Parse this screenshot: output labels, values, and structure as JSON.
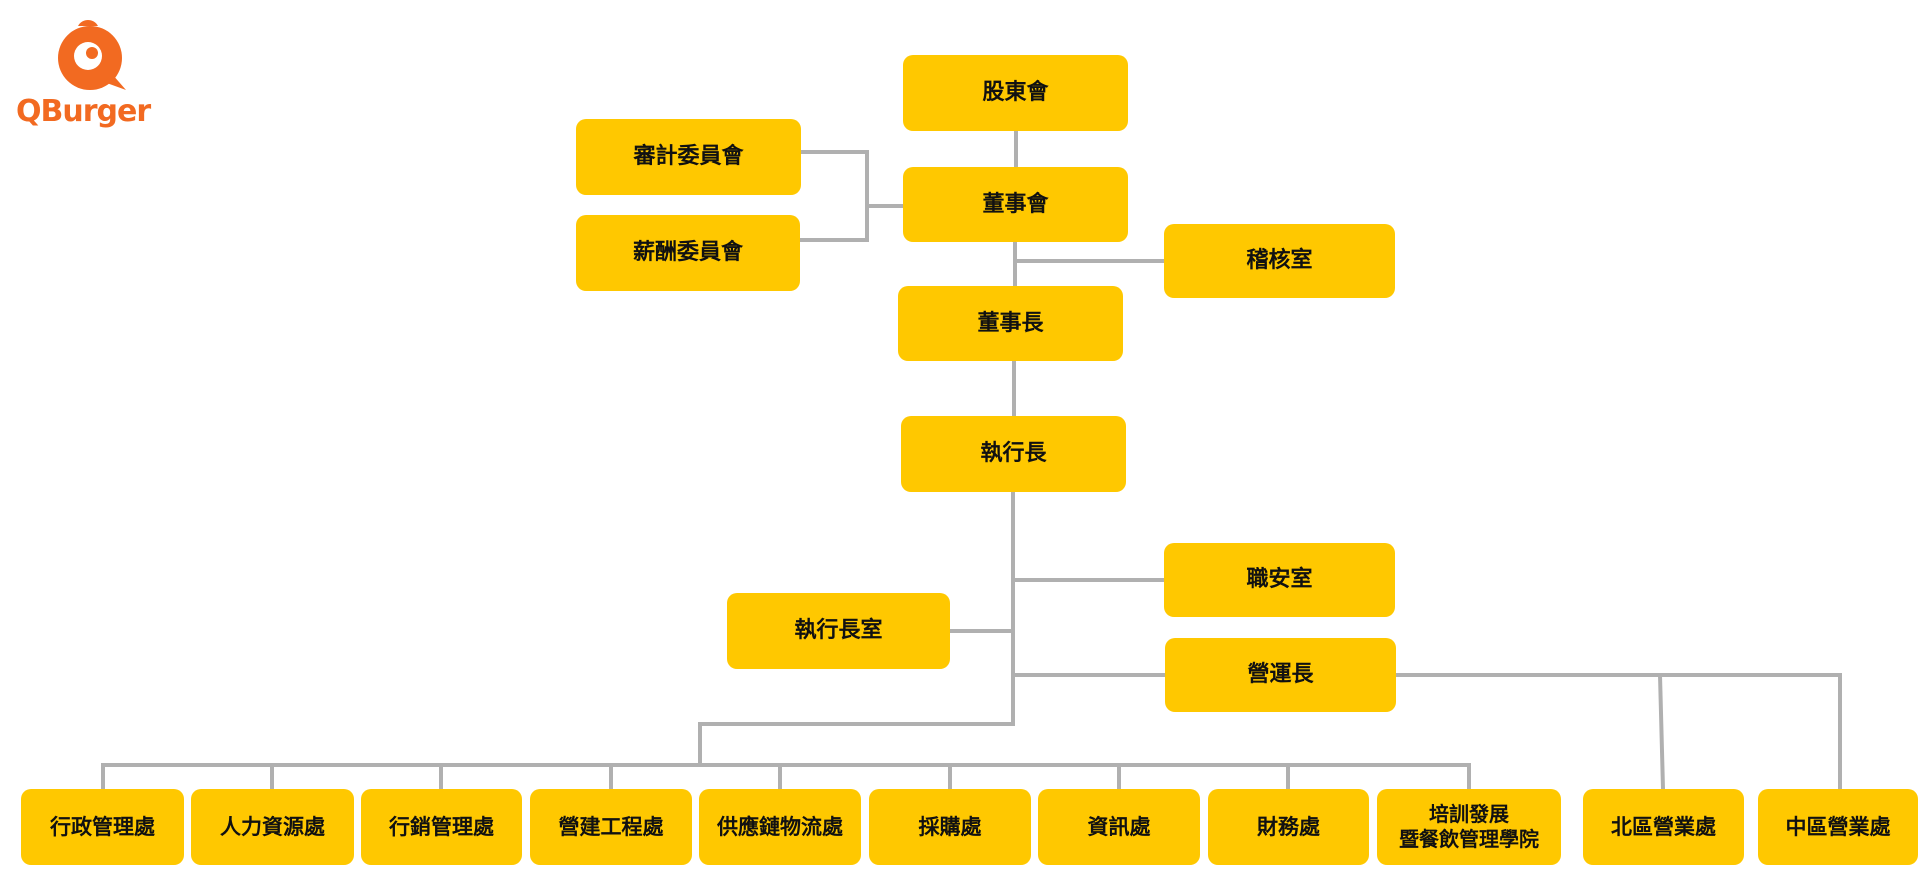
{
  "logo": {
    "wordmark": "QBurger",
    "icon": "chick-q-logo-icon",
    "color": "#f26a21"
  },
  "colors": {
    "box": "#ffc800",
    "connector": "#b0b0b0",
    "text": "#111111"
  },
  "org": {
    "shareholders": "股東會",
    "board": "董事會",
    "audit_committee": "審計委員會",
    "compensation_committee": "薪酬委員會",
    "audit_office": "稽核室",
    "chairman": "董事長",
    "ceo": "執行長",
    "safety_office": "職安室",
    "ceo_office": "執行長室",
    "coo": "營運長",
    "departments": [
      "行政管理處",
      "人力資源處",
      "行銷管理處",
      "營建工程處",
      "供應鏈物流處",
      "採購處",
      "資訊處",
      "財務處",
      "培訓發展\n暨餐飲管理學院"
    ],
    "business_units": [
      "北區營業處",
      "中區營業處"
    ]
  }
}
